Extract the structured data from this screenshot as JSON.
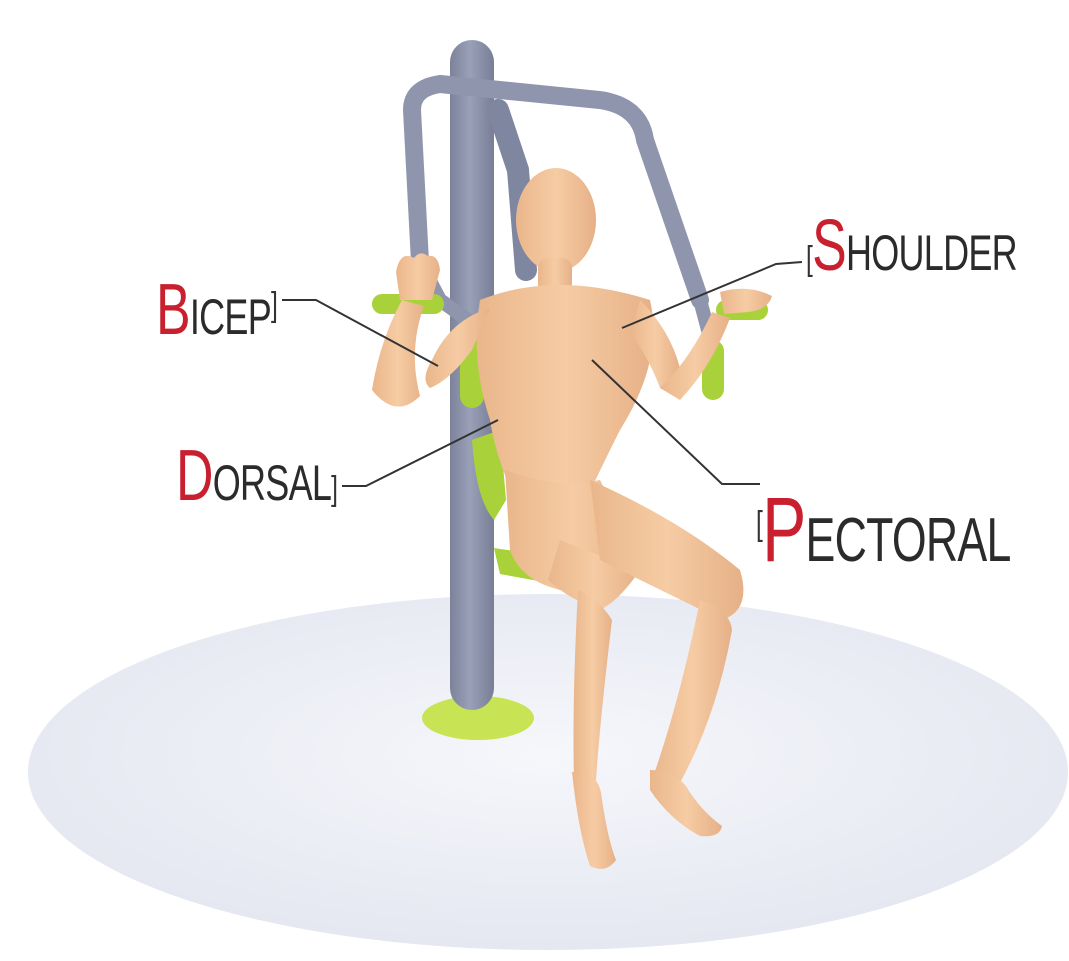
{
  "labels": {
    "bicep": {
      "initial": "B",
      "rest": "ICEP",
      "bracket": "]"
    },
    "dorsal": {
      "initial": "D",
      "rest": "ORSAL",
      "bracket": "]"
    },
    "shoulder": {
      "initial": "S",
      "rest": "HOULDER",
      "bracket": "["
    },
    "pectoral": {
      "initial": "P",
      "rest": "ECTORAL",
      "bracket": "["
    }
  },
  "colors": {
    "label_initial": "#c8202e",
    "label_text": "#2b2b2b",
    "machine_frame": "#8e95ad",
    "machine_grips": "#a9d23a",
    "figure_skin": "#f2c49a",
    "ground_disc": "#eef0f6"
  }
}
